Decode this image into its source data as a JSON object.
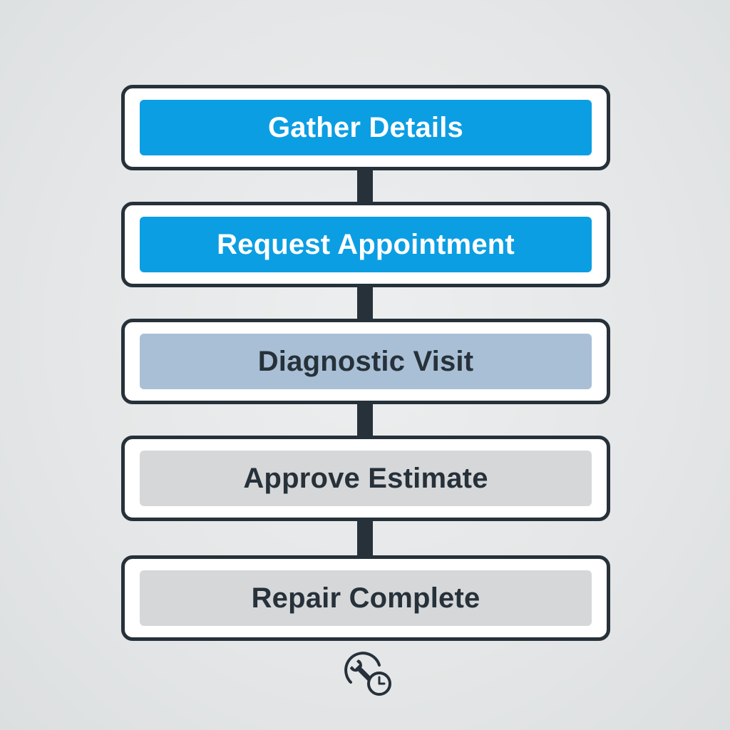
{
  "colors": {
    "background": "#e5e7e8",
    "outline": "#26313a",
    "active_fill": "#0b9ee3",
    "active_text": "#ffffff",
    "current_fill": "#a9bfd6",
    "pending_fill": "#d6d7d8",
    "muted_text": "#26313a"
  },
  "steps": [
    {
      "label": "Gather Details",
      "status": "completed"
    },
    {
      "label": "Request Appointment",
      "status": "completed"
    },
    {
      "label": "Diagnostic Visit",
      "status": "current"
    },
    {
      "label": "Approve Estimate",
      "status": "pending"
    },
    {
      "label": "Repair Complete",
      "status": "pending"
    }
  ],
  "footer_icon": "wrench-clock-icon"
}
